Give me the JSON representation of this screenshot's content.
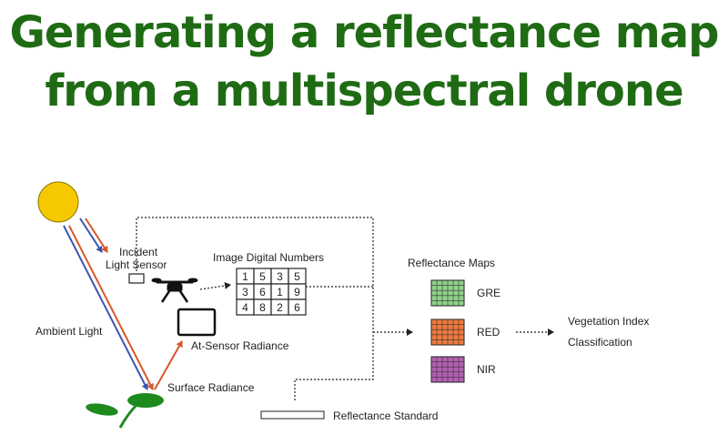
{
  "title": {
    "line1": "Generating a reflectance map",
    "line2": "from a multispectral drone"
  },
  "diagram": {
    "incident_sensor_line1": "Incident",
    "incident_sensor_line2": "Light Sensor",
    "image_dn_label": "Image Digital Numbers",
    "dn_grid": [
      "1",
      "5",
      "3",
      "5",
      "3",
      "6",
      "1",
      "9",
      "4",
      "8",
      "2",
      "6"
    ],
    "ambient_light": "Ambient Light",
    "at_sensor_radiance": "At-Sensor Radiance",
    "surface_radiance": "Surface Radiance",
    "reflectance_standard": "Reflectance Standard",
    "reflectance_maps_title": "Reflectance Maps",
    "bands": [
      {
        "label": "GRE",
        "color": "#8fd18a"
      },
      {
        "label": "RED",
        "color": "#f07a3e"
      },
      {
        "label": "NIR",
        "color": "#b45fb3"
      }
    ],
    "outputs_line1": "Vegetation Index",
    "outputs_line2": "Classification"
  },
  "colors": {
    "title": "#1f6b14",
    "sun": "#f6c800",
    "ray_blue": "#3d55b0",
    "ray_red": "#d9562b",
    "plant": "#1e8a1e"
  }
}
